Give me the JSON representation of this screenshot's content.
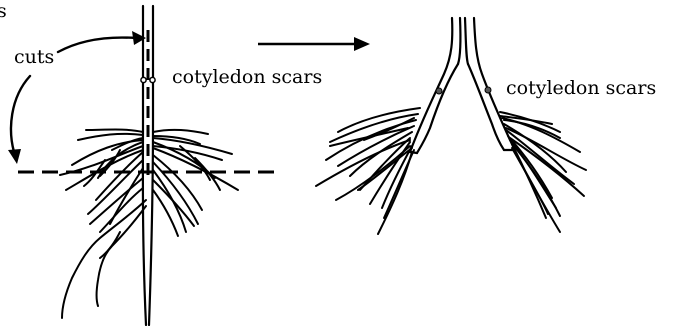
{
  "labels": {
    "clipped_top_left": "s",
    "cuts": "cuts",
    "scars_left": "cotyledon scars",
    "scars_right": "cotyledon scars"
  }
}
